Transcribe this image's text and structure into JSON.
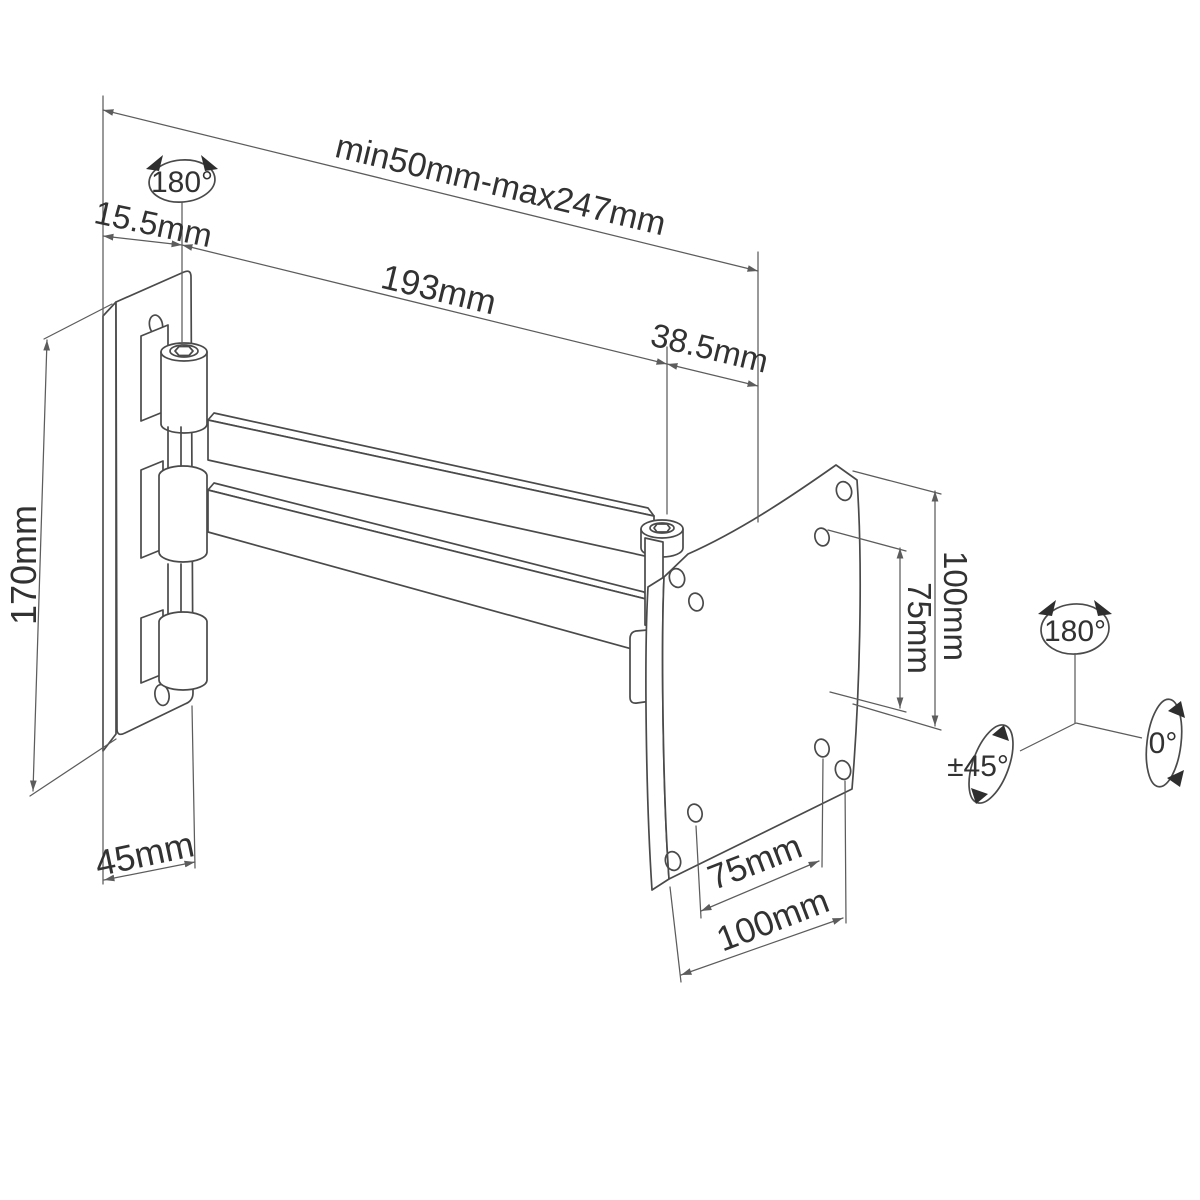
{
  "drawing": {
    "kind": "technical dimension diagram",
    "subject": "articulating monitor wall mount arm with VESA plate",
    "background_color": "#ffffff",
    "line_color": "#4a4a4a",
    "dimension_line_color": "#5c5c5c",
    "text_color": "#323232",
    "dimensions": {
      "extension_range": "min50mm-max247mm",
      "wall_to_first_pivot": "15.5mm",
      "arm_length": "193mm",
      "pivot_to_plate": "38.5mm",
      "wall_plate_height": "170mm",
      "wall_plate_depth": "45mm",
      "vesa_vertical_outer": "100mm",
      "vesa_vertical_inner": "75mm",
      "vesa_horizontal_inner": "75mm",
      "vesa_horizontal_outer": "100mm"
    },
    "rotation_annotations": {
      "wall_pivot_swivel": "180°",
      "head_swivel": "180°",
      "tilt": "±45°",
      "rotation": "0°"
    }
  }
}
